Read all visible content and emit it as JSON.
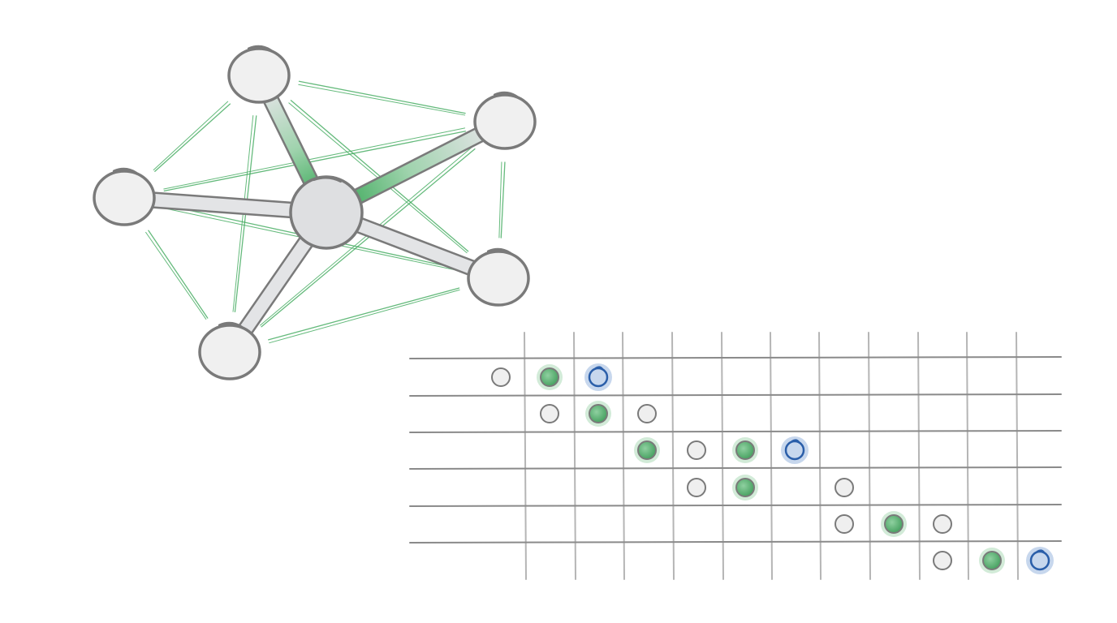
{
  "colors": {
    "background": "#ffffff",
    "node_fill": "#f0f0f0",
    "hub_fill": "#dedfe1",
    "outline": "#7a7a7a",
    "spoke_fill": "#e3e4e6",
    "edge_green": "#3faa5c",
    "grid_line": "#8a8a8a",
    "grid_line_light": "#b5b5b5",
    "dot_gray": "#efefef",
    "dot_green": "#4fae6a",
    "dot_green_halo": "#bfe3c8",
    "dot_blue": "#2a5ea9",
    "dot_blue_halo": "#bdd0ea"
  },
  "network": {
    "hub": "center",
    "satellites": [
      "top",
      "upper-right",
      "lower-right",
      "bottom",
      "left"
    ],
    "spokes": [
      {
        "to": "top",
        "highlight": true
      },
      {
        "to": "upper-right",
        "highlight": true
      },
      {
        "to": "lower-right",
        "highlight": false
      },
      {
        "to": "bottom",
        "highlight": false
      },
      {
        "to": "left",
        "highlight": false
      }
    ],
    "links": [
      [
        "top",
        "upper-right"
      ],
      [
        "top",
        "left"
      ],
      [
        "top",
        "lower-right"
      ],
      [
        "top",
        "bottom"
      ],
      [
        "upper-right",
        "left"
      ],
      [
        "upper-right",
        "lower-right"
      ],
      [
        "upper-right",
        "bottom"
      ],
      [
        "left",
        "lower-right"
      ],
      [
        "left",
        "bottom"
      ],
      [
        "bottom",
        "lower-right"
      ]
    ]
  },
  "grid": {
    "rows": 6,
    "columns": 12,
    "marks": [
      {
        "row": 0,
        "col": 0,
        "kind": "gray"
      },
      {
        "row": 0,
        "col": 1,
        "kind": "green"
      },
      {
        "row": 0,
        "col": 2,
        "kind": "blue"
      },
      {
        "row": 1,
        "col": 1,
        "kind": "gray"
      },
      {
        "row": 1,
        "col": 2,
        "kind": "green"
      },
      {
        "row": 1,
        "col": 3,
        "kind": "gray"
      },
      {
        "row": 2,
        "col": 3,
        "kind": "green"
      },
      {
        "row": 2,
        "col": 4,
        "kind": "gray"
      },
      {
        "row": 2,
        "col": 5,
        "kind": "green"
      },
      {
        "row": 2,
        "col": 6,
        "kind": "blue"
      },
      {
        "row": 3,
        "col": 4,
        "kind": "gray"
      },
      {
        "row": 3,
        "col": 5,
        "kind": "green"
      },
      {
        "row": 3,
        "col": 7,
        "kind": "gray"
      },
      {
        "row": 4,
        "col": 7,
        "kind": "gray"
      },
      {
        "row": 4,
        "col": 8,
        "kind": "green"
      },
      {
        "row": 4,
        "col": 9,
        "kind": "gray"
      },
      {
        "row": 5,
        "col": 9,
        "kind": "gray"
      },
      {
        "row": 5,
        "col": 10,
        "kind": "green"
      },
      {
        "row": 5,
        "col": 11,
        "kind": "blue"
      }
    ]
  }
}
